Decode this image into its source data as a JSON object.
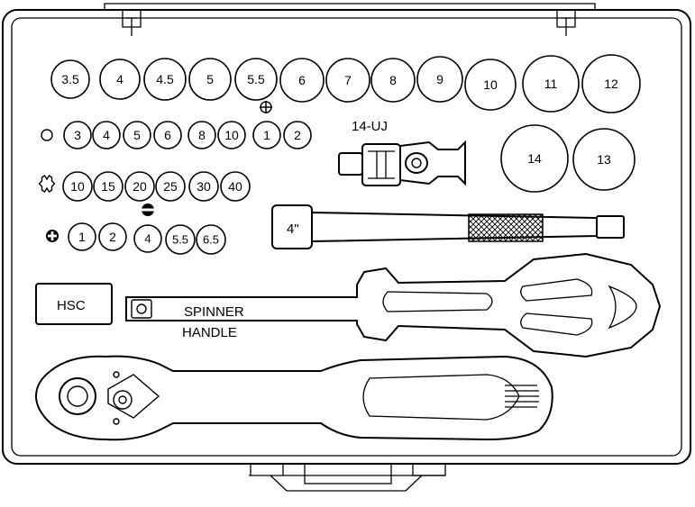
{
  "title": "",
  "socket_row_large": [
    "3.5",
    "4",
    "4.5",
    "5",
    "5.5",
    "6",
    "7",
    "8",
    "9",
    "10",
    "11",
    "12"
  ],
  "socket_large_extra": [
    "14",
    "13"
  ],
  "bit_row_1": [
    "3",
    "4",
    "5",
    "6",
    "8",
    "10",
    "1",
    "2"
  ],
  "bit_row_2": [
    "10",
    "15",
    "20",
    "25",
    "30",
    "40"
  ],
  "bit_row_3_phillips": [
    "1",
    "2"
  ],
  "bit_row_3_slotted": [
    "4",
    "5.5",
    "6.5"
  ],
  "labels": {
    "universal_joint": "14-UJ",
    "extension": "4\"",
    "hsc": "HSC",
    "spinner_line1": "SPINNER",
    "spinner_line2": "HANDLE"
  },
  "icons": [
    "hex-bit-icon",
    "torx-bit-icon",
    "phillips-bit-icon",
    "slotted-bit-icon",
    "pozidriv-bit-icon"
  ],
  "colors": {
    "line": "#000000",
    "background": "#ffffff"
  }
}
